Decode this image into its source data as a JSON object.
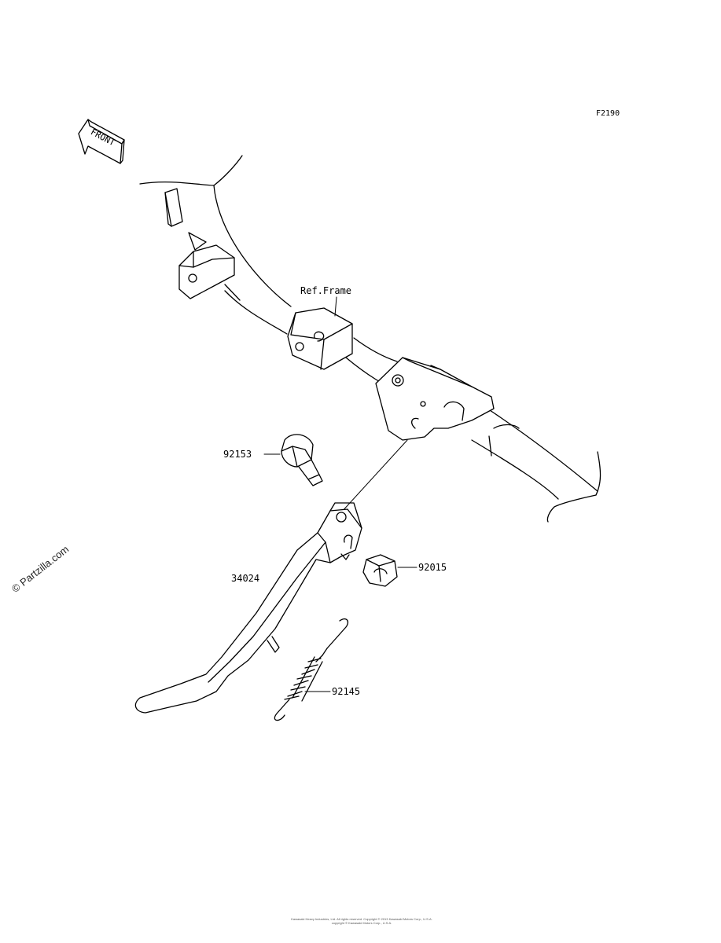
{
  "figure_code": "F2190",
  "front_arrow_text": "FRONT",
  "watermark": "© Partzilla.com",
  "copyright_line1": "Kawasaki Heavy Industries, Ltd. All rights reserved. Copyright © 2013 Kawasaki Motors Corp., U.S.A.",
  "copyright_line2": "copyright © Kawasaki Motors Corp., U.S.A.",
  "labels": {
    "ref_frame": "Ref.Frame",
    "bolt": "92153",
    "stand": "34024",
    "nut": "92015",
    "spring": "92145"
  }
}
